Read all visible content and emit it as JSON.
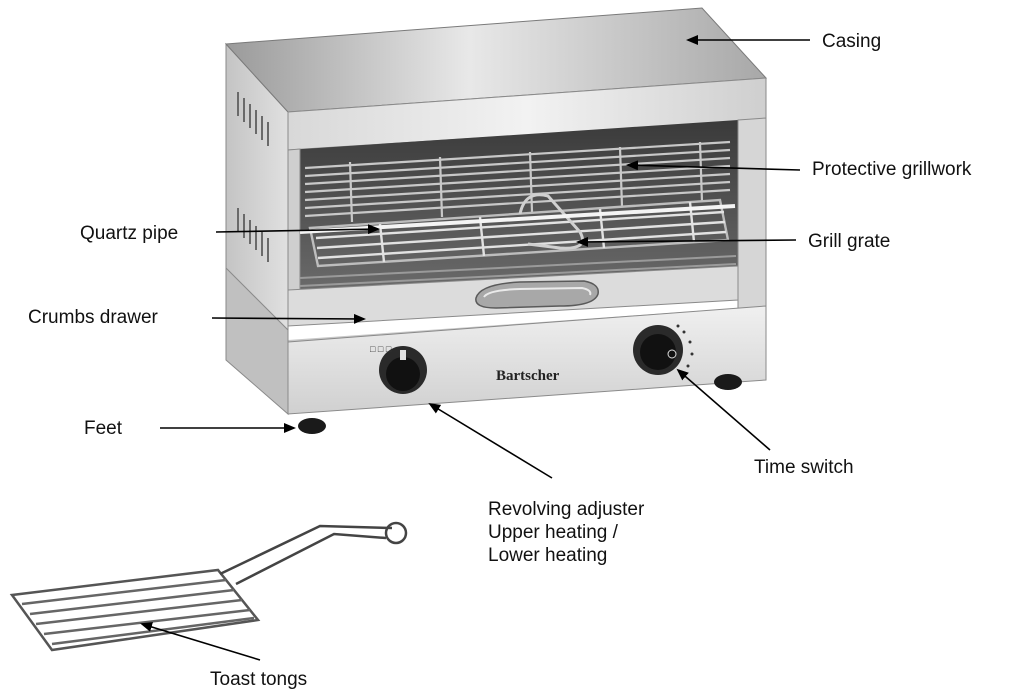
{
  "labels": {
    "casing": "Casing",
    "protective_grillwork": "Protective grillwork",
    "quartz_pipe": "Quartz pipe",
    "grill_grate": "Grill grate",
    "crumbs_drawer": "Crumbs drawer",
    "feet": "Feet",
    "time_switch": "Time switch",
    "revolving_adjuster": [
      "Revolving adjuster",
      "Upper heating /",
      "Lower heating"
    ],
    "toast_tongs": "Toast tongs"
  },
  "brand": "Bartscher",
  "colors": {
    "steel_light": "#e6e6e6",
    "steel_mid": "#b8b8b8",
    "steel_dark": "#7a7a7a",
    "knob": "#1a1a1a",
    "arrow": "#000000"
  }
}
